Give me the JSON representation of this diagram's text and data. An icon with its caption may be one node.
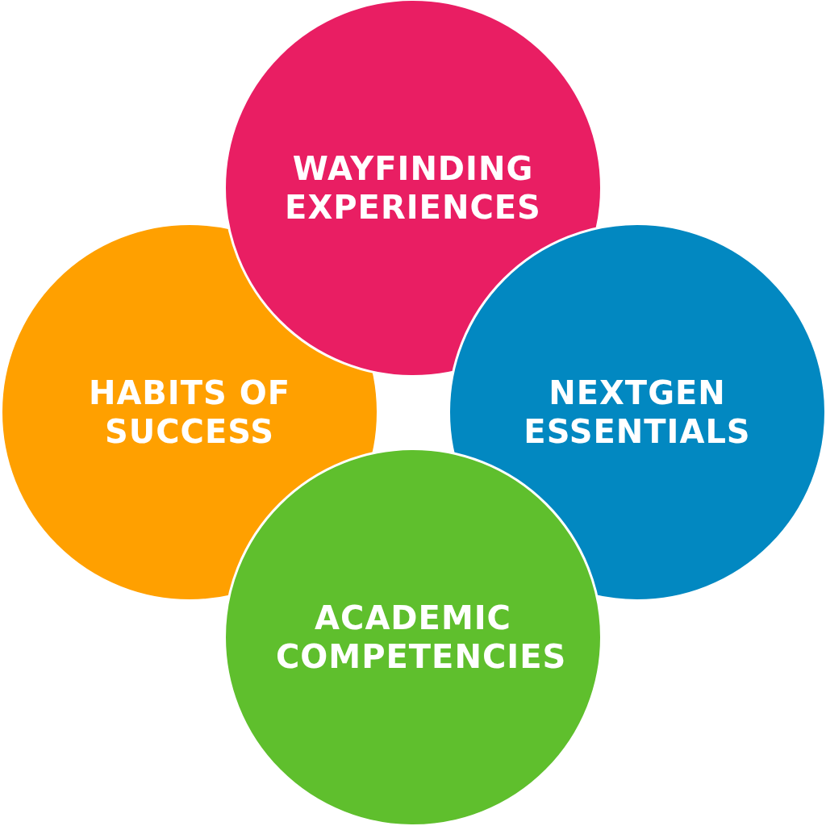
{
  "diagram": {
    "nodes": [
      {
        "text": [
          "WAYFINDING EXPERIENCES"
        ]
      },
      {
        "text": [
          "HABITS OF SUCCESS"
        ]
      },
      {
        "text": [
          "NEXTGEN ESSENTIALS"
        ]
      },
      {
        "text": [
          "ACADEMIC COMPETENCIES"
        ]
      }
    ]
  }
}
